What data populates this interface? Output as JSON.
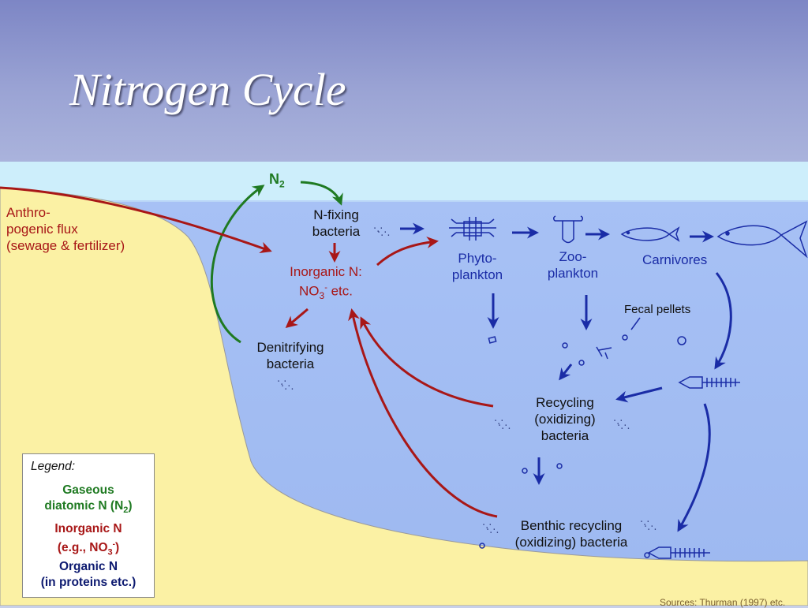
{
  "slide": {
    "title": "Nitrogen Cycle"
  },
  "diagram": {
    "n2": "N",
    "n2_sub": "2",
    "n_fixing": [
      "N-fixing",
      "bacteria"
    ],
    "anthropogenic": [
      "Anthro-",
      "pogenic flux",
      "(sewage & fertilizer)"
    ],
    "inorganic_line1": "Inorganic N:",
    "inorganic_no": "NO",
    "inorganic_sub": "3",
    "inorganic_sup": "-",
    "inorganic_etc": " etc.",
    "phyto": [
      "Phyto-",
      "plankton"
    ],
    "zoo": [
      "Zoo-",
      "plankton"
    ],
    "carnivores": "Carnivores",
    "fecal_pellets": "Fecal pellets",
    "denitrifying": [
      "Denitrifying",
      "bacteria"
    ],
    "recycling": [
      "Recycling",
      "(oxidizing)",
      "bacteria"
    ],
    "benthic": [
      "Benthic recycling",
      "(oxidizing) bacteria"
    ]
  },
  "legend": {
    "title": "Legend:",
    "gaseous": [
      "Gaseous",
      "diatomic N (N",
      "2",
      ")"
    ],
    "inorganic": [
      "Inorganic N",
      "(e.g., NO",
      "3",
      "-",
      ")"
    ],
    "organic": [
      "Organic N",
      "(in proteins etc.)"
    ]
  },
  "sources": "Sources: Thurman (1997) etc.",
  "colors": {
    "gaseous": "#1f7a22",
    "inorganic": "#a81717",
    "organic": "#1a2ca6",
    "water": "#a3bdf3",
    "sky": "#ccedfb",
    "sediment": "#fbf1a3"
  }
}
